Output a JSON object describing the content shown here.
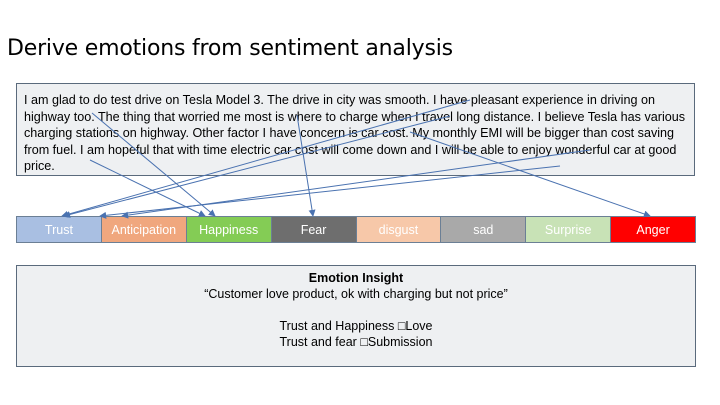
{
  "title": "Derive emotions from sentiment analysis",
  "review": "I am glad to do test drive on Tesla Model 3.  The drive in city was smooth.  I have pleasant experience in driving on highway too.  The thing that worried me most is where to charge when I travel long distance. I believe Tesla has various charging stations on highway. Other factor I have concern is car cost. My monthly EMI will be bigger than cost saving from fuel.  I am hopeful that with time electric car cost will come down and I will be able to enjoy wonderful car at good price.",
  "emotions": [
    {
      "label": "Trust",
      "bg": "#a9bfe2",
      "fg": "#ffffff"
    },
    {
      "label": "Anticipation",
      "bg": "#f0a77e",
      "fg": "#ffffff"
    },
    {
      "label": "Happiness",
      "bg": "#84cc55",
      "fg": "#ffffff"
    },
    {
      "label": "Fear",
      "bg": "#6e6e6e",
      "fg": "#ffffff"
    },
    {
      "label": "disgust",
      "bg": "#f7c8a9",
      "fg": "#ffffff"
    },
    {
      "label": "sad",
      "bg": "#a9a9a9",
      "fg": "#ffffff"
    },
    {
      "label": "Surprise",
      "bg": "#c8e2b6",
      "fg": "#ffffff"
    },
    {
      "label": "Anger",
      "bg": "#ff0000",
      "fg": "#ffffff"
    }
  ],
  "insight": {
    "heading": "Emotion Insight",
    "quote": "“Customer love product, ok with charging but not price”",
    "line1": "Trust and Happiness □Love",
    "line2": "Trust and fear □Submission"
  },
  "arrow_color": "#4a72b0"
}
